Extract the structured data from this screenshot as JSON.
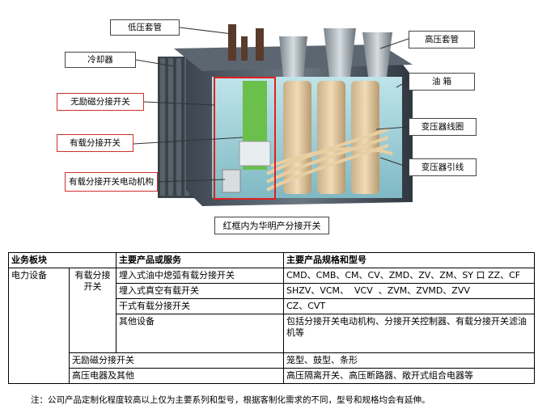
{
  "diagram": {
    "labels": {
      "low_voltage_bushing": "低压套管",
      "cooler": "冷却器",
      "non_excitation_switch": "无励磁分接开关",
      "on_load_switch": "有载分接开关",
      "motor_mechanism": "有载分接开关电动机构",
      "high_voltage_bushing": "高压套管",
      "oil_tank": "油 箱",
      "transformer_coil": "变压器线圈",
      "transformer_lead": "变压器引线"
    },
    "caption": "红框内为华明产分接开关"
  },
  "table": {
    "headers": [
      "业务板块",
      "主要产品或服务",
      "主要产品规格和型号"
    ],
    "segment": "电力设备",
    "on_load_group": "有载分接开关",
    "rows": [
      {
        "product": "埋入式油中熄弧有载分接开关",
        "spec": "CMD、CMB、CM、CV、ZMD、ZV、ZM、SY 口 ZZ、CF"
      },
      {
        "product": "埋入式真空有载开关",
        "spec": "SHZV、VCM、  VCV  、ZVM、ZVMD、ZVV"
      },
      {
        "product": "干式有载分接开关",
        "spec": "CZ、CVT"
      },
      {
        "product": "其他设备",
        "spec": "包括分接开关电动机构、分接开关控制器、有载分接开关滤油机等"
      }
    ],
    "non_excitation": {
      "product": "无励磁分接开关",
      "spec": "笼型、鼓型、条形"
    },
    "high_voltage": {
      "product": "高压电器及其他",
      "spec": "高压隔离开关、高压断路器、敞开式组合电器等"
    }
  },
  "note": "注：公司产品定制化程度较高以上仅为主要系列和型号，根据客制化需求的不同，型号和规格均会有延伸。"
}
